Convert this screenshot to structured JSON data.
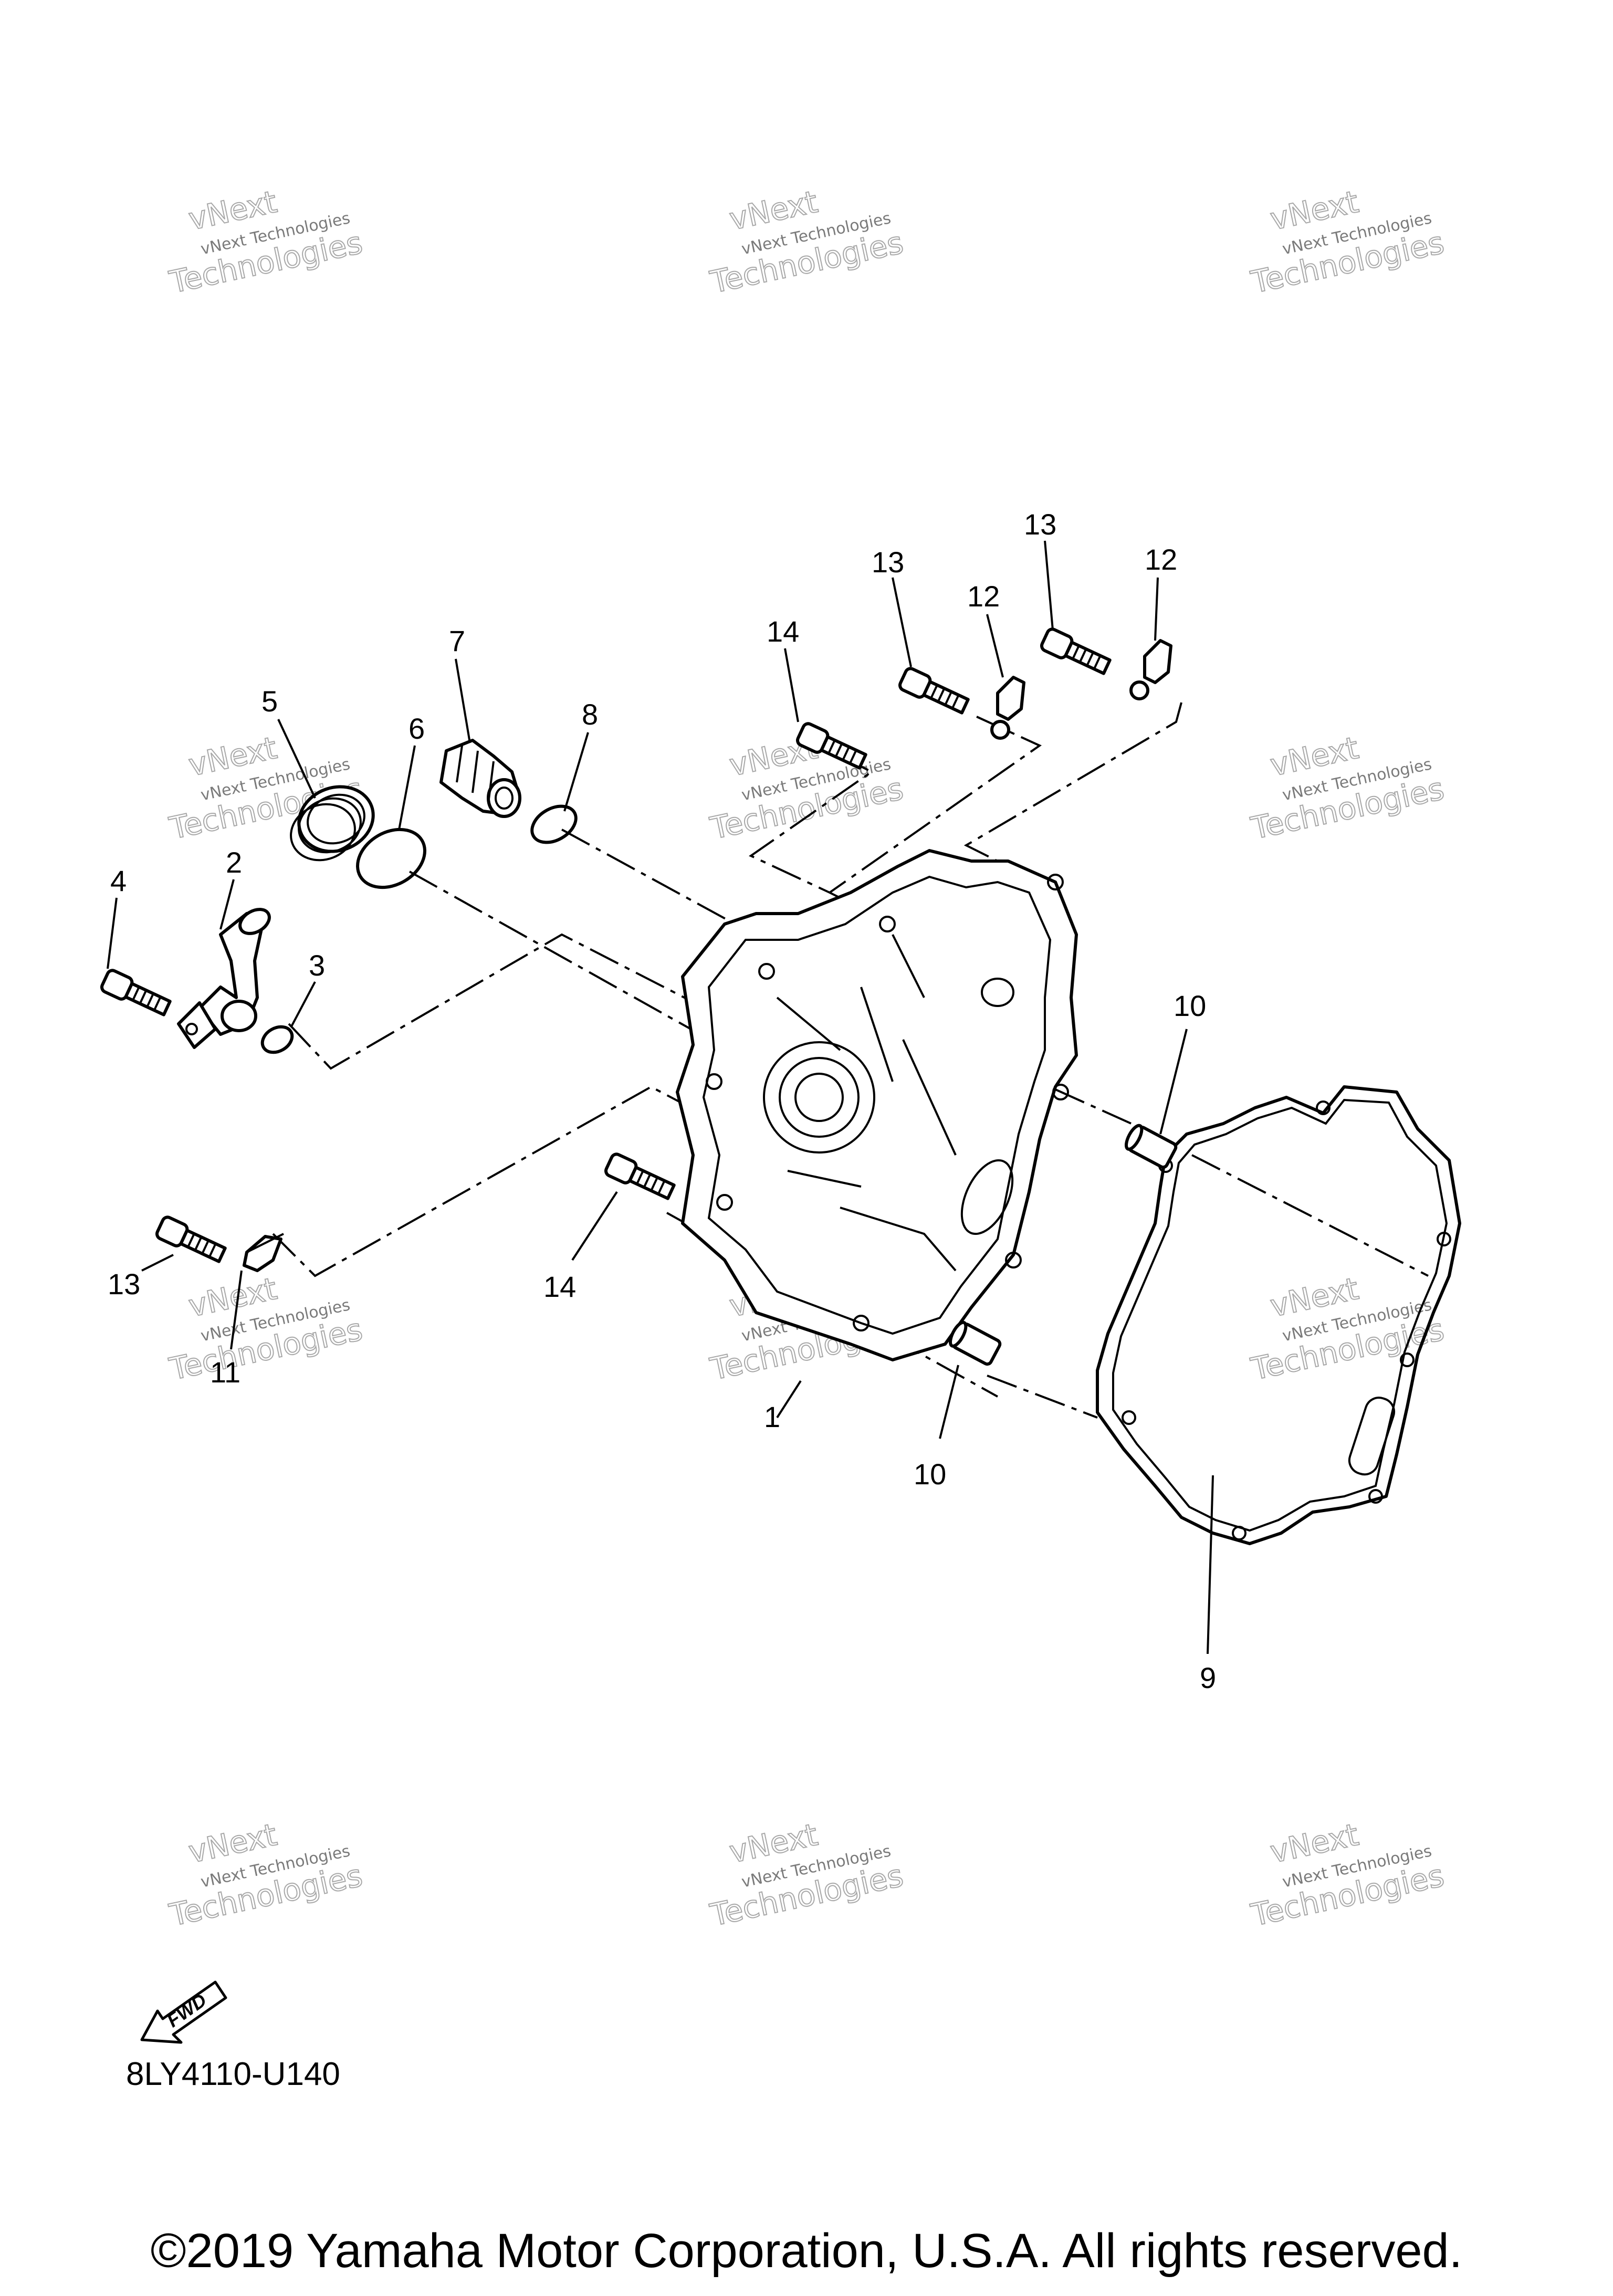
{
  "diagram": {
    "callouts": [
      "1",
      "2",
      "3",
      "4",
      "5",
      "6",
      "7",
      "8",
      "9",
      "10",
      "10",
      "11",
      "12",
      "12",
      "13",
      "13",
      "13",
      "14",
      "14"
    ],
    "fwd_label": "FWD",
    "part_number": "8LY4110-U140",
    "watermark": {
      "line1": "vNext Technologies",
      "line2": "vNext",
      "line3": "Technologies"
    }
  },
  "footer": {
    "copyright": "©2019 Yamaha Motor Corporation, U.S.A. All rights reserved."
  }
}
